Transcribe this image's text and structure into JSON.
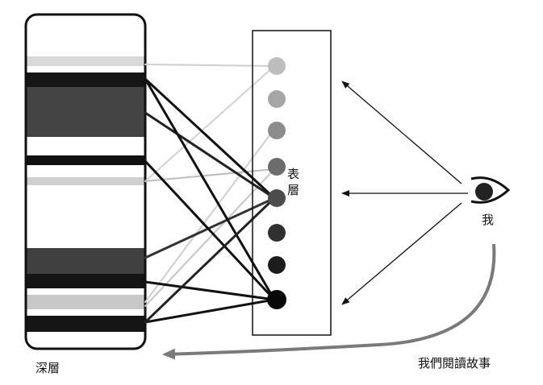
{
  "labels": {
    "deep": "深層",
    "surface": "表層",
    "me": "我",
    "caption": "我們閱讀故事"
  },
  "colors": {
    "ink": "#111111",
    "arrow_gray": "#7a7a7a",
    "faint_band": "#d8d8d8",
    "dark_band": "#1a1a1a",
    "mid_band": "#444444",
    "dot_gradient": [
      "#bdbdbd",
      "#a8a8a8",
      "#8e8e8e",
      "#6f6f6f",
      "#4f4f4f",
      "#333333",
      "#1f1f1f",
      "#0a0a0a"
    ]
  },
  "icons": {
    "eye": "eye-icon"
  }
}
